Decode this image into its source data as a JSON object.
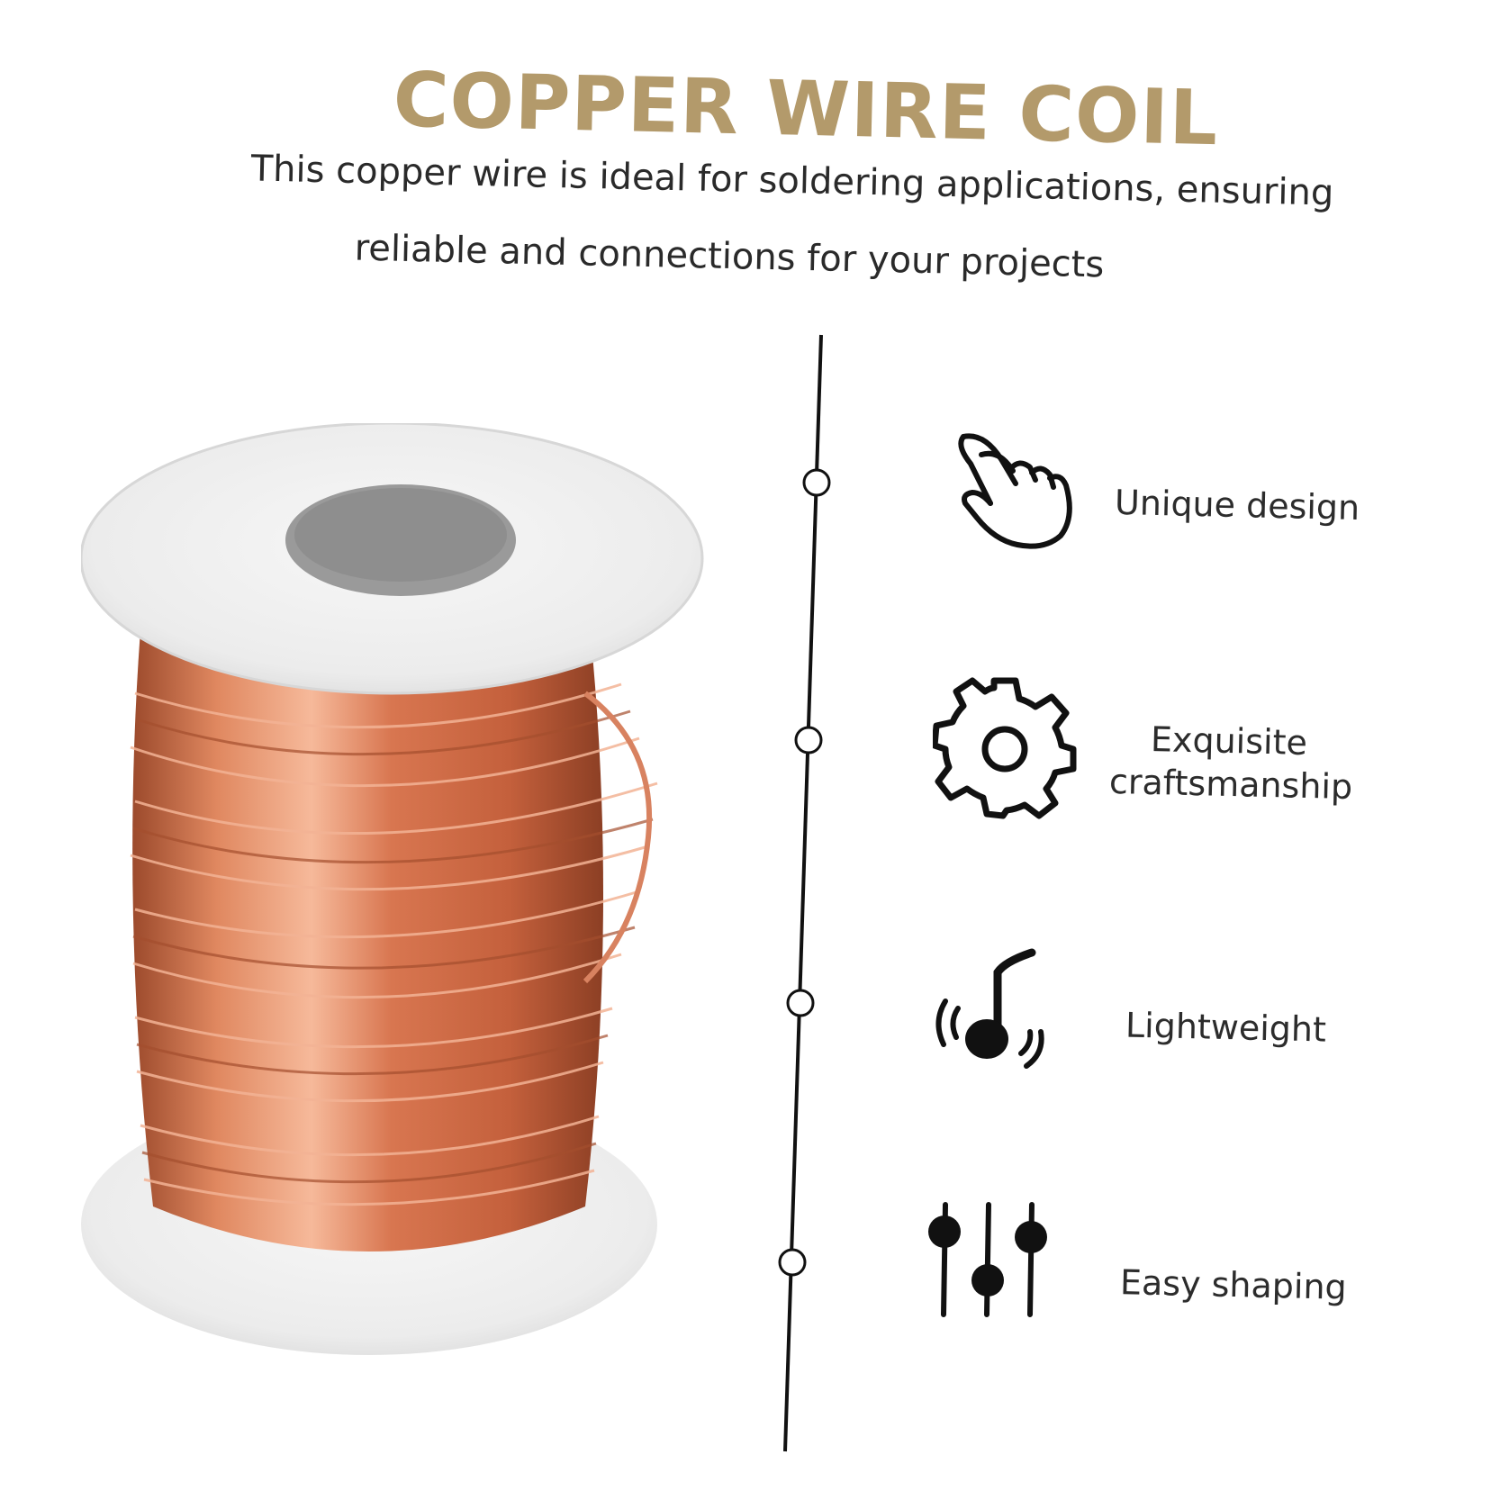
{
  "header": {
    "title": "COPPER WIRE COIL",
    "subtitle_line1": "This copper wire is ideal for soldering applications, ensuring",
    "subtitle_line2": "reliable and  connections for your projects"
  },
  "features": [
    {
      "label": "Unique design",
      "icon": "pointing-hand-icon"
    },
    {
      "label_line1": "Exquisite",
      "label_line2": "craftsmanship",
      "icon": "gear-icon"
    },
    {
      "label": "Lightweight",
      "icon": "music-note-sound-icon"
    },
    {
      "label": "Easy shaping",
      "icon": "equalizer-sliders-icon"
    }
  ],
  "colors": {
    "title": "#b39a6b",
    "copper": "#d4754f",
    "spool": "#ececec",
    "line": "#111111"
  }
}
